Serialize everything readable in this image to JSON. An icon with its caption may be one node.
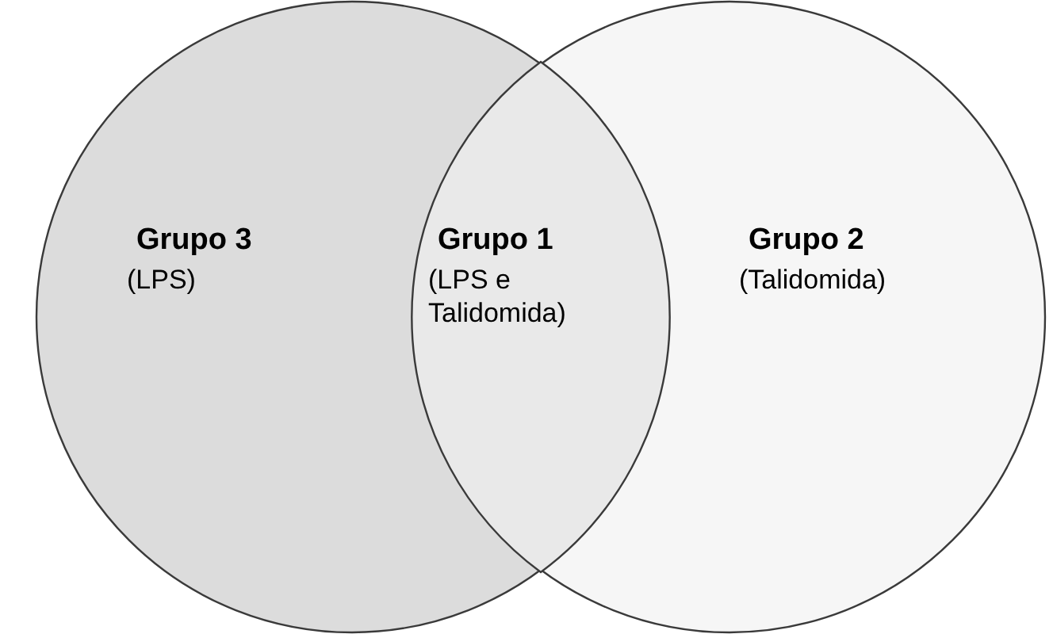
{
  "diagram": {
    "nodes": [
      {
        "text": [
          "Grupo 3",
          "(LPS)"
        ]
      },
      {
        "text": [
          "Grupo 2",
          "(Talidomida)"
        ]
      },
      {
        "text": [
          "Grupo 1",
          "(LPS e Talidomida)"
        ]
      }
    ]
  }
}
